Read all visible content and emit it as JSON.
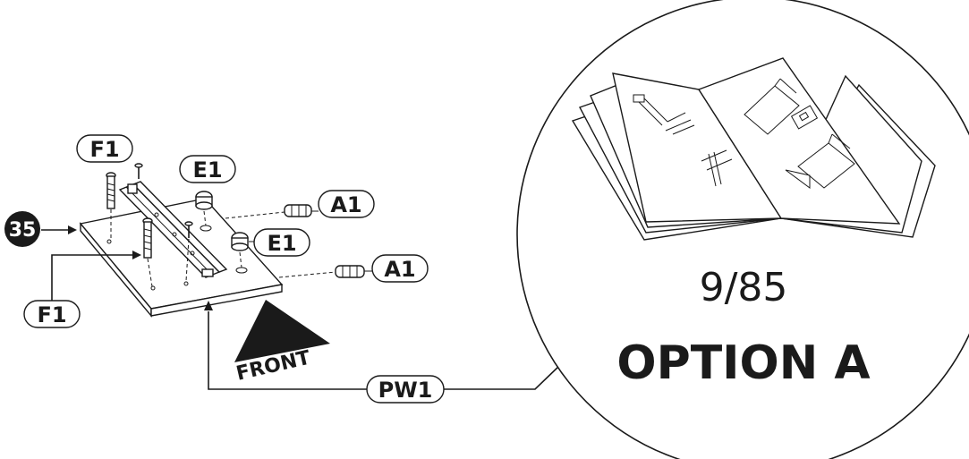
{
  "step": {
    "number": "35"
  },
  "callouts": {
    "f1_top": "F1",
    "f1_bottom": "F1",
    "e1_top": "E1",
    "e1_bottom": "E1",
    "a1_top": "A1",
    "a1_bottom": "A1",
    "pw1": "PW1"
  },
  "front_marker": {
    "label": "FRONT"
  },
  "detail": {
    "page_ref": "9/85",
    "option": "OPTION A"
  },
  "icons": {
    "step_badge": "numbered-circle-icon",
    "front_arrow": "triangle-arrow-icon",
    "booklet": "instruction-booklet-icon"
  },
  "colors": {
    "ink": "#1a1a1a",
    "paper": "#ffffff"
  }
}
